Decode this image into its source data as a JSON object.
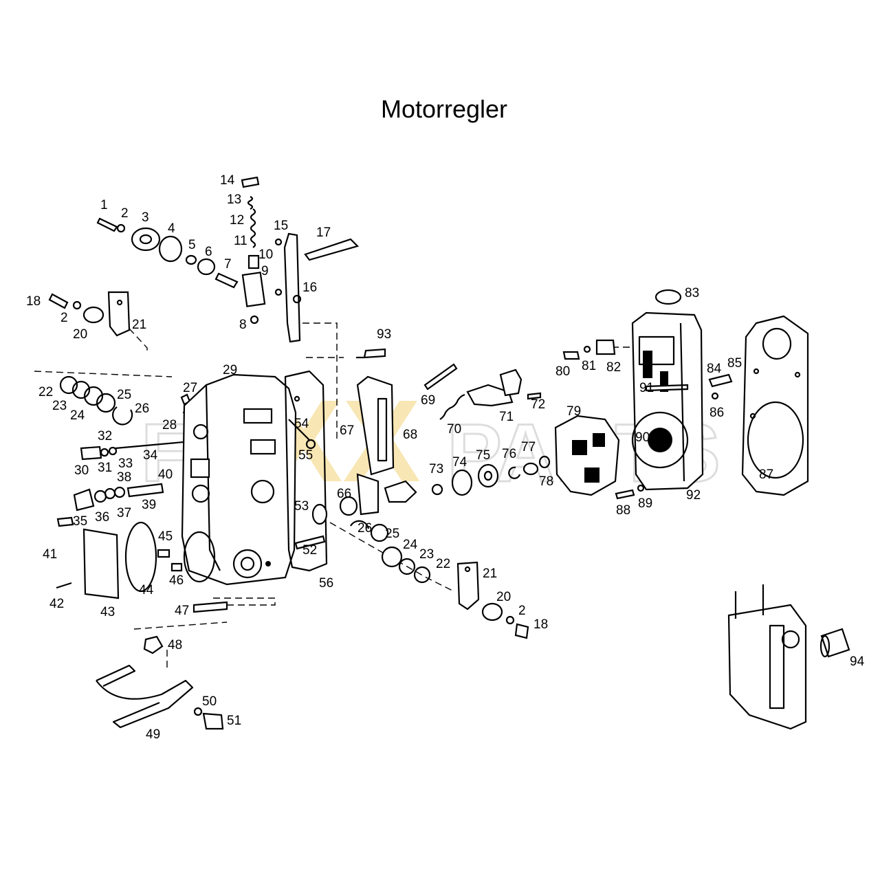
{
  "title": "Motorregler",
  "watermark": {
    "xx": "XX",
    "left": "FU",
    "right": "PARTS",
    "color_xx": "#f4d98a",
    "color_text": "#dcdcdc"
  },
  "part_labels": [
    "1",
    "2",
    "3",
    "4",
    "5",
    "6",
    "7",
    "8",
    "9",
    "10",
    "11",
    "12",
    "13",
    "14",
    "15",
    "16",
    "17",
    "18",
    "2",
    "20",
    "21",
    "22",
    "23",
    "24",
    "25",
    "26",
    "27",
    "28",
    "29",
    "30",
    "31",
    "32",
    "33",
    "34",
    "35",
    "36",
    "37",
    "38",
    "39",
    "40",
    "41",
    "42",
    "43",
    "44",
    "45",
    "46",
    "47",
    "48",
    "49",
    "50",
    "51",
    "52",
    "53",
    "54",
    "55",
    "56",
    "66",
    "67",
    "68",
    "69",
    "70",
    "71",
    "72",
    "73",
    "74",
    "75",
    "76",
    "77",
    "78",
    "79",
    "80",
    "81",
    "82",
    "83",
    "84",
    "85",
    "86",
    "87",
    "88",
    "89",
    "90",
    "91",
    "92",
    "93",
    "26",
    "25",
    "24",
    "23",
    "22",
    "21",
    "20",
    "2",
    "18",
    "94"
  ]
}
